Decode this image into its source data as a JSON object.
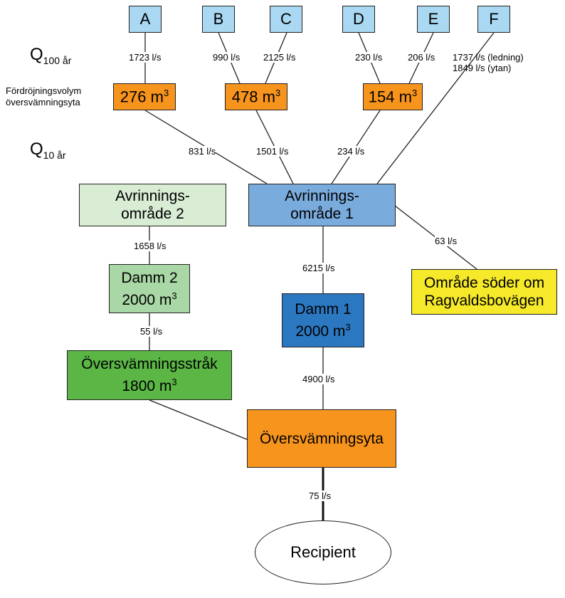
{
  "sources": [
    "A",
    "B",
    "C",
    "D",
    "E",
    "F"
  ],
  "q100": {
    "base": "Q",
    "sub": "100 år"
  },
  "q10": {
    "base": "Q",
    "sub": "10 år"
  },
  "retention_label_1": "Fördröjningsvolym",
  "retention_label_2": "översvämningsyta",
  "flows_top": {
    "a": "1723 l/s",
    "b": "990 l/s",
    "c": "2125 l/s",
    "d": "230 l/s",
    "e": "206 l/s",
    "f1": "1737 l/s (ledning)",
    "f2": "1849 l/s (ytan)"
  },
  "retention_boxes": {
    "r1": {
      "value": "276 m",
      "exp": "3"
    },
    "r2": {
      "value": "478 m",
      "exp": "3"
    },
    "r3": {
      "value": "154 m",
      "exp": "3"
    }
  },
  "flows_mid": {
    "r1": "831 l/s",
    "r2": "1501 l/s",
    "r3": "234 l/s"
  },
  "areas": {
    "a2": {
      "line1": "Avrinnings-",
      "line2": "område 2"
    },
    "a1": {
      "line1": "Avrinnings-",
      "line2": "område 1"
    }
  },
  "flows_lower": {
    "a2_damm2": "1658 l/s",
    "a1_south": "63 l/s",
    "a1_damm1": "6215 l/s",
    "damm2_strak": "55 l/s",
    "damm1_yta": "4900 l/s",
    "yta_recipient": "75 l/s"
  },
  "damm2": {
    "line1": "Damm 2",
    "line2": "2000 m",
    "exp": "3"
  },
  "damm1": {
    "line1": "Damm 1",
    "line2": "2000 m",
    "exp": "3"
  },
  "south": {
    "line1": "Område söder om",
    "line2": "Ragvaldsbovägen"
  },
  "strak": {
    "line1": "Översvämningsstråk",
    "line2": "1800 m",
    "exp": "3"
  },
  "yta": "Översvämningsyta",
  "recipient": "Recipient",
  "colors": {
    "source": "#aad8f2",
    "retention": "#f7941d",
    "area1": "#7aabdd",
    "area2": "#d9ecd4",
    "damm2": "#a9d7a5",
    "damm1": "#2c78c0",
    "south": "#f5e92a",
    "strak": "#5bb646",
    "yta": "#f7941d"
  }
}
